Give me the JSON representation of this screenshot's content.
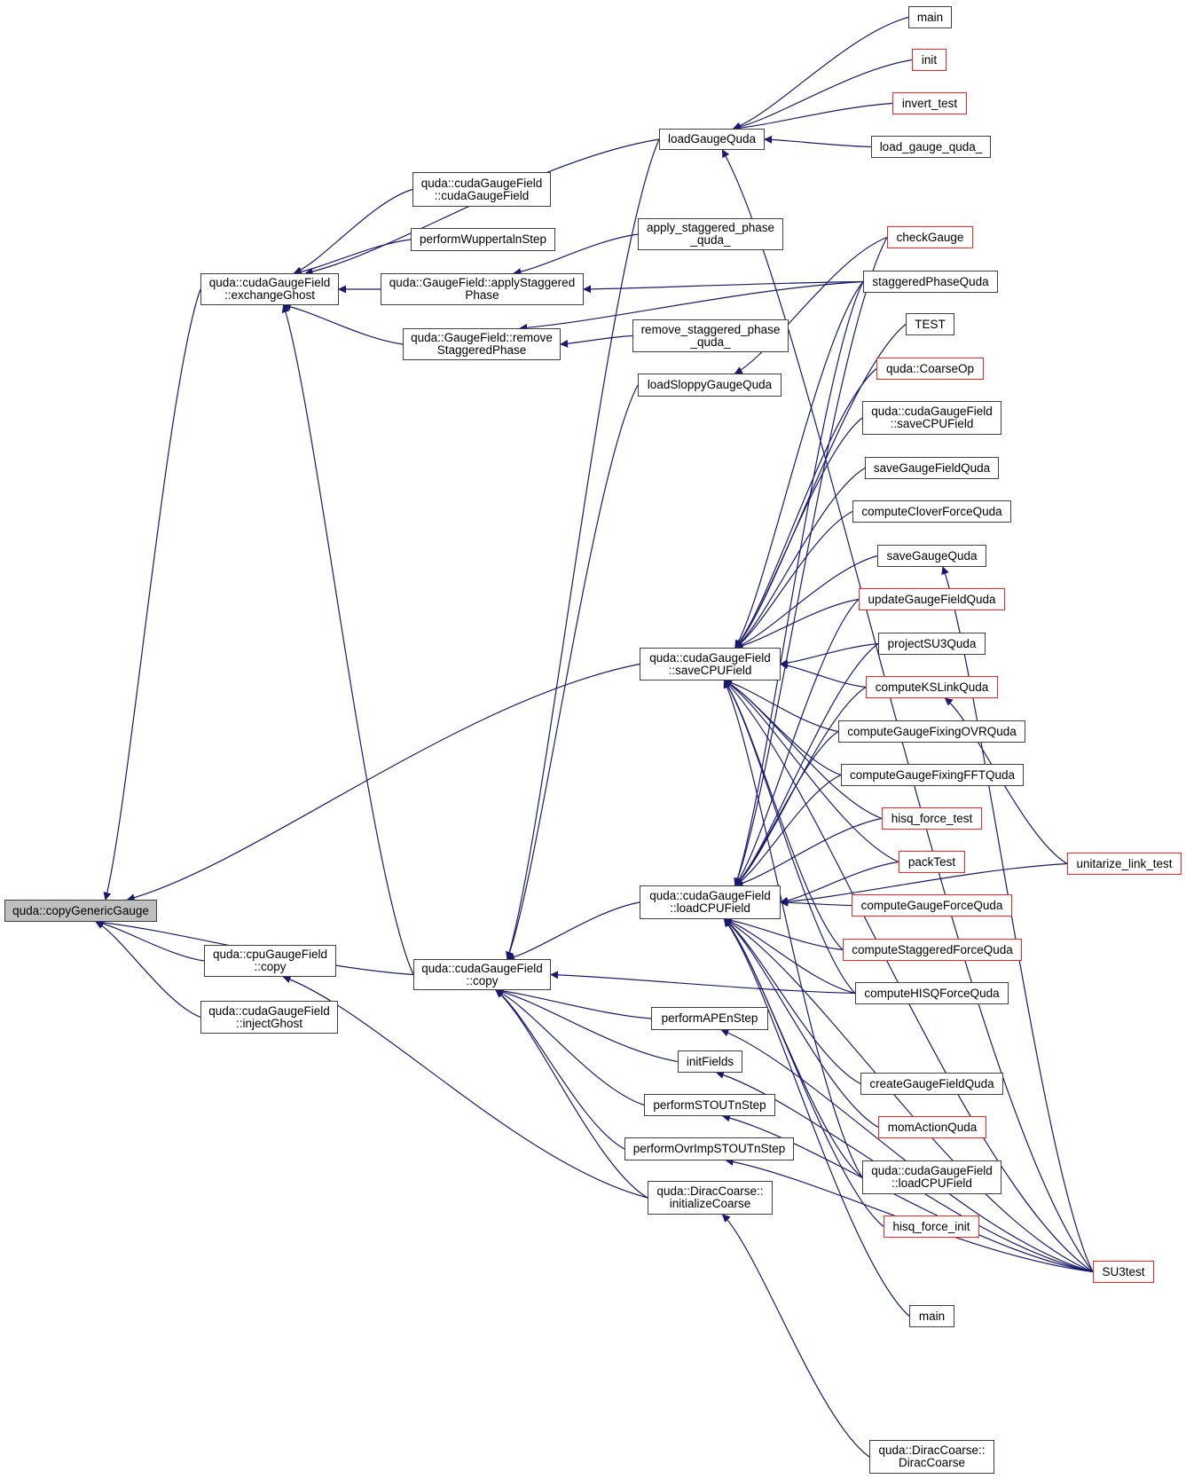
{
  "diagram": {
    "type": "doxygen-caller-graph",
    "root": "quda::copyGenericGauge",
    "colors": {
      "edge": "#191970",
      "node_border": "#3f3f3f",
      "undocumented_border": "#ff2020",
      "root_fill": "#bfbfbf",
      "background": "#ffffff"
    },
    "nodes": [
      {
        "id": "copyGenericGauge",
        "label": "quda::copyGenericGauge",
        "red": false,
        "root": true
      },
      {
        "id": "exchangeGhost",
        "label": "quda::cudaGaugeField\n::exchangeGhost",
        "red": false
      },
      {
        "id": "cpuCopy",
        "label": "quda::cpuGaugeField\n::copy",
        "red": false
      },
      {
        "id": "injectGhost",
        "label": "quda::cudaGaugeField\n::injectGhost",
        "red": false
      },
      {
        "id": "cudaCtor",
        "label": "quda::cudaGaugeField\n::cudaGaugeField",
        "red": false
      },
      {
        "id": "wuppertal",
        "label": "performWuppertalnStep",
        "red": false
      },
      {
        "id": "applyStag",
        "label": "quda::GaugeField::applyStaggered\nPhase",
        "red": false
      },
      {
        "id": "removeStag",
        "label": "quda::GaugeField::remove\nStaggeredPhase",
        "red": false
      },
      {
        "id": "cudaCopy",
        "label": "quda::cudaGaugeField\n::copy",
        "red": false
      },
      {
        "id": "loadGaugeQuda",
        "label": "loadGaugeQuda",
        "red": false
      },
      {
        "id": "applyStagQuda",
        "label": "apply_staggered_phase\n_quda_",
        "red": false
      },
      {
        "id": "removeStagQuda",
        "label": "remove_staggered_phase\n_quda_",
        "red": false
      },
      {
        "id": "loadSloppy",
        "label": "loadSloppyGaugeQuda",
        "red": false
      },
      {
        "id": "saveCPUmid",
        "label": "quda::cudaGaugeField\n::saveCPUField",
        "red": false
      },
      {
        "id": "loadCPUmid",
        "label": "quda::cudaGaugeField\n::loadCPUField",
        "red": false
      },
      {
        "id": "ape",
        "label": "performAPEnStep",
        "red": false
      },
      {
        "id": "initFields",
        "label": "initFields",
        "red": false
      },
      {
        "id": "stout",
        "label": "performSTOUTnStep",
        "red": false
      },
      {
        "id": "ovrImp",
        "label": "performOvrImpSTOUTnStep",
        "red": false
      },
      {
        "id": "initCoarse",
        "label": "quda::DiracCoarse::\ninitializeCoarse",
        "red": false
      },
      {
        "id": "main1",
        "label": "main",
        "red": false
      },
      {
        "id": "init",
        "label": "init",
        "red": true
      },
      {
        "id": "invertTest",
        "label": "invert_test",
        "red": true
      },
      {
        "id": "loadGaugeQuda_",
        "label": "load_gauge_quda_",
        "red": false
      },
      {
        "id": "checkGauge",
        "label": "checkGauge",
        "red": true
      },
      {
        "id": "stagPhaseQuda",
        "label": "staggeredPhaseQuda",
        "red": false
      },
      {
        "id": "test",
        "label": "TEST",
        "red": false
      },
      {
        "id": "coarseOp",
        "label": "quda::CoarseOp",
        "red": true
      },
      {
        "id": "saveCPUright",
        "label": "quda::cudaGaugeField\n::saveCPUField",
        "red": false
      },
      {
        "id": "saveGaugeFieldQuda",
        "label": "saveGaugeFieldQuda",
        "red": false
      },
      {
        "id": "cloverForce",
        "label": "computeCloverForceQuda",
        "red": false
      },
      {
        "id": "saveGaugeQuda",
        "label": "saveGaugeQuda",
        "red": false
      },
      {
        "id": "updateGauge",
        "label": "updateGaugeFieldQuda",
        "red": true
      },
      {
        "id": "projectSU3",
        "label": "projectSU3Quda",
        "red": false
      },
      {
        "id": "ksLink",
        "label": "computeKSLinkQuda",
        "red": true
      },
      {
        "id": "fixOVR",
        "label": "computeGaugeFixingOVRQuda",
        "red": false
      },
      {
        "id": "fixFFT",
        "label": "computeGaugeFixingFFTQuda",
        "red": false
      },
      {
        "id": "hisqTest",
        "label": "hisq_force_test",
        "red": true
      },
      {
        "id": "packTest",
        "label": "packTest",
        "red": true
      },
      {
        "id": "gaugeForce",
        "label": "computeGaugeForceQuda",
        "red": true
      },
      {
        "id": "stagForce",
        "label": "computeStaggeredForceQuda",
        "red": true
      },
      {
        "id": "hisqForce",
        "label": "computeHISQForceQuda",
        "red": false
      },
      {
        "id": "createGauge",
        "label": "createGaugeFieldQuda",
        "red": false
      },
      {
        "id": "momAction",
        "label": "momActionQuda",
        "red": true
      },
      {
        "id": "loadCPUright",
        "label": "quda::cudaGaugeField\n::loadCPUField",
        "red": false
      },
      {
        "id": "hisqInit",
        "label": "hisq_force_init",
        "red": true
      },
      {
        "id": "main2",
        "label": "main",
        "red": false
      },
      {
        "id": "diracCoarse",
        "label": "quda::DiracCoarse::\nDiracCoarse",
        "red": false
      },
      {
        "id": "unitarize",
        "label": "unitarize_link_test",
        "red": true
      },
      {
        "id": "su3test",
        "label": "SU3test",
        "red": true
      }
    ],
    "edges": [
      [
        "exchangeGhost",
        "copyGenericGauge"
      ],
      [
        "saveCPUmid",
        "copyGenericGauge"
      ],
      [
        "cudaCopy",
        "copyGenericGauge"
      ],
      [
        "cpuCopy",
        "copyGenericGauge"
      ],
      [
        "injectGhost",
        "copyGenericGauge"
      ],
      [
        "loadGaugeQuda",
        "exchangeGhost"
      ],
      [
        "cudaCtor",
        "exchangeGhost"
      ],
      [
        "wuppertal",
        "exchangeGhost"
      ],
      [
        "applyStag",
        "exchangeGhost"
      ],
      [
        "removeStag",
        "exchangeGhost"
      ],
      [
        "cudaCopy",
        "exchangeGhost"
      ],
      [
        "main1",
        "loadGaugeQuda"
      ],
      [
        "init",
        "loadGaugeQuda"
      ],
      [
        "invertTest",
        "loadGaugeQuda"
      ],
      [
        "loadGaugeQuda_",
        "loadGaugeQuda"
      ],
      [
        "su3test",
        "loadGaugeQuda"
      ],
      [
        "applyStagQuda",
        "applyStag"
      ],
      [
        "stagPhaseQuda",
        "applyStag"
      ],
      [
        "removeStagQuda",
        "removeStag"
      ],
      [
        "stagPhaseQuda",
        "removeStag"
      ],
      [
        "checkGauge",
        "loadSloppy"
      ],
      [
        "loadGaugeQuda",
        "cudaCopy"
      ],
      [
        "loadSloppy",
        "cudaCopy"
      ],
      [
        "loadCPUmid",
        "cudaCopy"
      ],
      [
        "hisqForce",
        "cudaCopy"
      ],
      [
        "ape",
        "cudaCopy"
      ],
      [
        "initFields",
        "cudaCopy"
      ],
      [
        "stout",
        "cudaCopy"
      ],
      [
        "ovrImp",
        "cudaCopy"
      ],
      [
        "initCoarse",
        "cudaCopy"
      ],
      [
        "initCoarse",
        "cpuCopy"
      ],
      [
        "diracCoarse",
        "initCoarse"
      ],
      [
        "stagPhaseQuda",
        "saveCPUmid"
      ],
      [
        "test",
        "saveCPUmid"
      ],
      [
        "coarseOp",
        "saveCPUmid"
      ],
      [
        "saveCPUright",
        "saveCPUmid"
      ],
      [
        "saveGaugeFieldQuda",
        "saveCPUmid"
      ],
      [
        "cloverForce",
        "saveCPUmid"
      ],
      [
        "saveGaugeQuda",
        "saveCPUmid"
      ],
      [
        "updateGauge",
        "saveCPUmid"
      ],
      [
        "projectSU3",
        "saveCPUmid"
      ],
      [
        "ksLink",
        "saveCPUmid"
      ],
      [
        "fixOVR",
        "saveCPUmid"
      ],
      [
        "fixFFT",
        "saveCPUmid"
      ],
      [
        "hisqTest",
        "saveCPUmid"
      ],
      [
        "packTest",
        "saveCPUmid"
      ],
      [
        "stagForce",
        "saveCPUmid"
      ],
      [
        "hisqForce",
        "saveCPUmid"
      ],
      [
        "loadCPUright",
        "saveCPUmid"
      ],
      [
        "su3test",
        "saveCPUmid"
      ],
      [
        "stagPhaseQuda",
        "loadCPUmid"
      ],
      [
        "checkGauge",
        "loadCPUmid"
      ],
      [
        "updateGauge",
        "loadCPUmid"
      ],
      [
        "projectSU3",
        "loadCPUmid"
      ],
      [
        "ksLink",
        "loadCPUmid"
      ],
      [
        "fixOVR",
        "loadCPUmid"
      ],
      [
        "fixFFT",
        "loadCPUmid"
      ],
      [
        "hisqTest",
        "loadCPUmid"
      ],
      [
        "packTest",
        "loadCPUmid"
      ],
      [
        "gaugeForce",
        "loadCPUmid"
      ],
      [
        "stagForce",
        "loadCPUmid"
      ],
      [
        "hisqForce",
        "loadCPUmid"
      ],
      [
        "createGauge",
        "loadCPUmid"
      ],
      [
        "momAction",
        "loadCPUmid"
      ],
      [
        "loadCPUright",
        "loadCPUmid"
      ],
      [
        "hisqInit",
        "loadCPUmid"
      ],
      [
        "main2",
        "loadCPUmid"
      ],
      [
        "unitarize",
        "loadCPUmid"
      ],
      [
        "su3test",
        "loadCPUmid"
      ],
      [
        "su3test",
        "saveGaugeQuda"
      ],
      [
        "unitarize",
        "ksLink"
      ],
      [
        "su3test",
        "ape"
      ],
      [
        "su3test",
        "initFields"
      ],
      [
        "su3test",
        "stout"
      ],
      [
        "su3test",
        "ovrImp"
      ]
    ]
  }
}
